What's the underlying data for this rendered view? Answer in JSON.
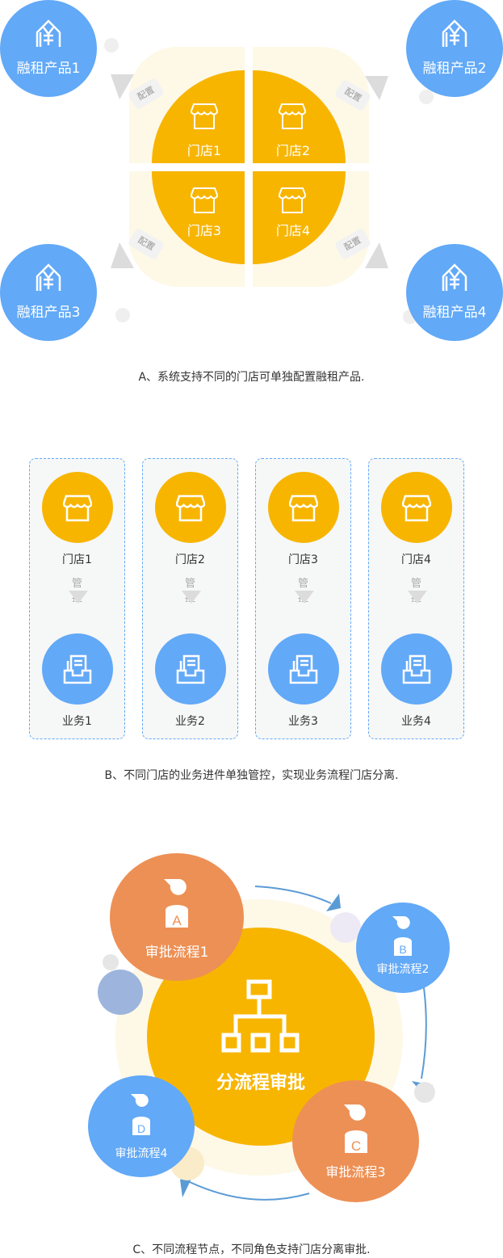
{
  "section_a": {
    "products": [
      "融租产品1",
      "融租产品2",
      "融租产品3",
      "融租产品4"
    ],
    "stores": [
      "门店1",
      "门店2",
      "门店3",
      "门店4"
    ],
    "config_label": "配置",
    "caption": "A、系统支持不同的门店可单独配置融租产品."
  },
  "section_b": {
    "columns": [
      {
        "store": "门店1",
        "business": "业务1"
      },
      {
        "store": "门店2",
        "business": "业务2"
      },
      {
        "store": "门店3",
        "business": "业务3"
      },
      {
        "store": "门店4",
        "business": "业务4"
      }
    ],
    "control_1": "管",
    "control_2": "控",
    "caption": "B、不同门店的业务进件单独管控，实现业务流程门店分离."
  },
  "section_c": {
    "center_label": "分流程审批",
    "flows": [
      {
        "letter": "A",
        "label": "审批流程1"
      },
      {
        "letter": "B",
        "label": "审批流程2"
      },
      {
        "letter": "C",
        "label": "审批流程3"
      },
      {
        "letter": "D",
        "label": "审批流程4"
      }
    ],
    "caption": "C、不同流程节点，不同角色支持门店分离审批."
  },
  "colors": {
    "blue": "#62a9f7",
    "orange": "#f7b500",
    "peach": "#ed9055",
    "pale": "#fef8e7"
  }
}
